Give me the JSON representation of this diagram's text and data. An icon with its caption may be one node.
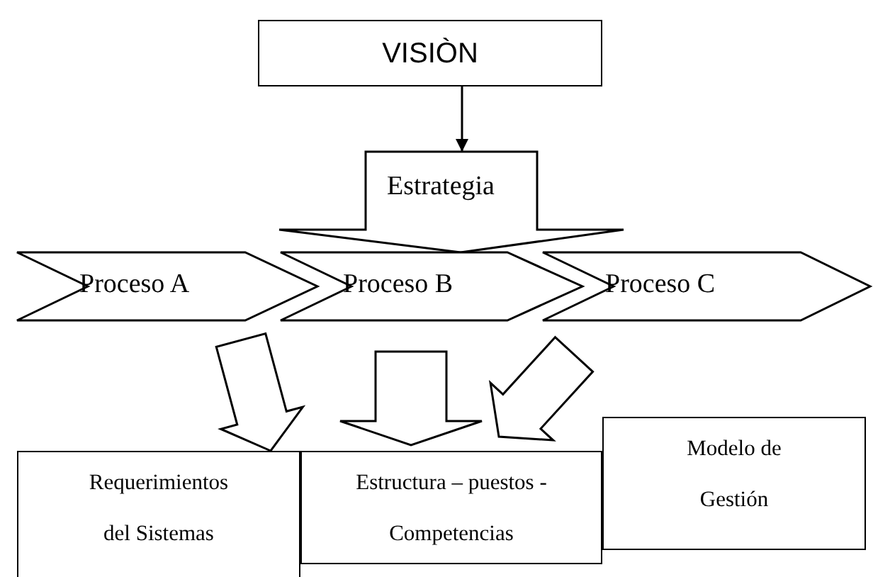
{
  "diagram": {
    "nodes": [
      {
        "text": [
          "VISIÒN"
        ]
      },
      {
        "text": [
          "Estrategia"
        ]
      },
      {
        "text": [
          "Proceso A"
        ]
      },
      {
        "text": [
          "Proceso B"
        ]
      },
      {
        "text": [
          "Proceso C"
        ]
      },
      {
        "text": [
          "Requerimientos del Sistemas"
        ]
      },
      {
        "text": [
          "Estructura – puestos - Competencias"
        ]
      },
      {
        "text": [
          "Modelo de Gestión"
        ]
      }
    ],
    "edges": [
      {
        "from": 0,
        "to": 1,
        "arrow": "to"
      },
      {
        "from": 2,
        "to": 5,
        "arrow": "to",
        "style": "thick"
      },
      {
        "from": 3,
        "to": 6,
        "arrow": "to",
        "style": "thick"
      },
      {
        "from": 4,
        "to": 6,
        "arrow": "to",
        "style": "thick"
      }
    ]
  }
}
